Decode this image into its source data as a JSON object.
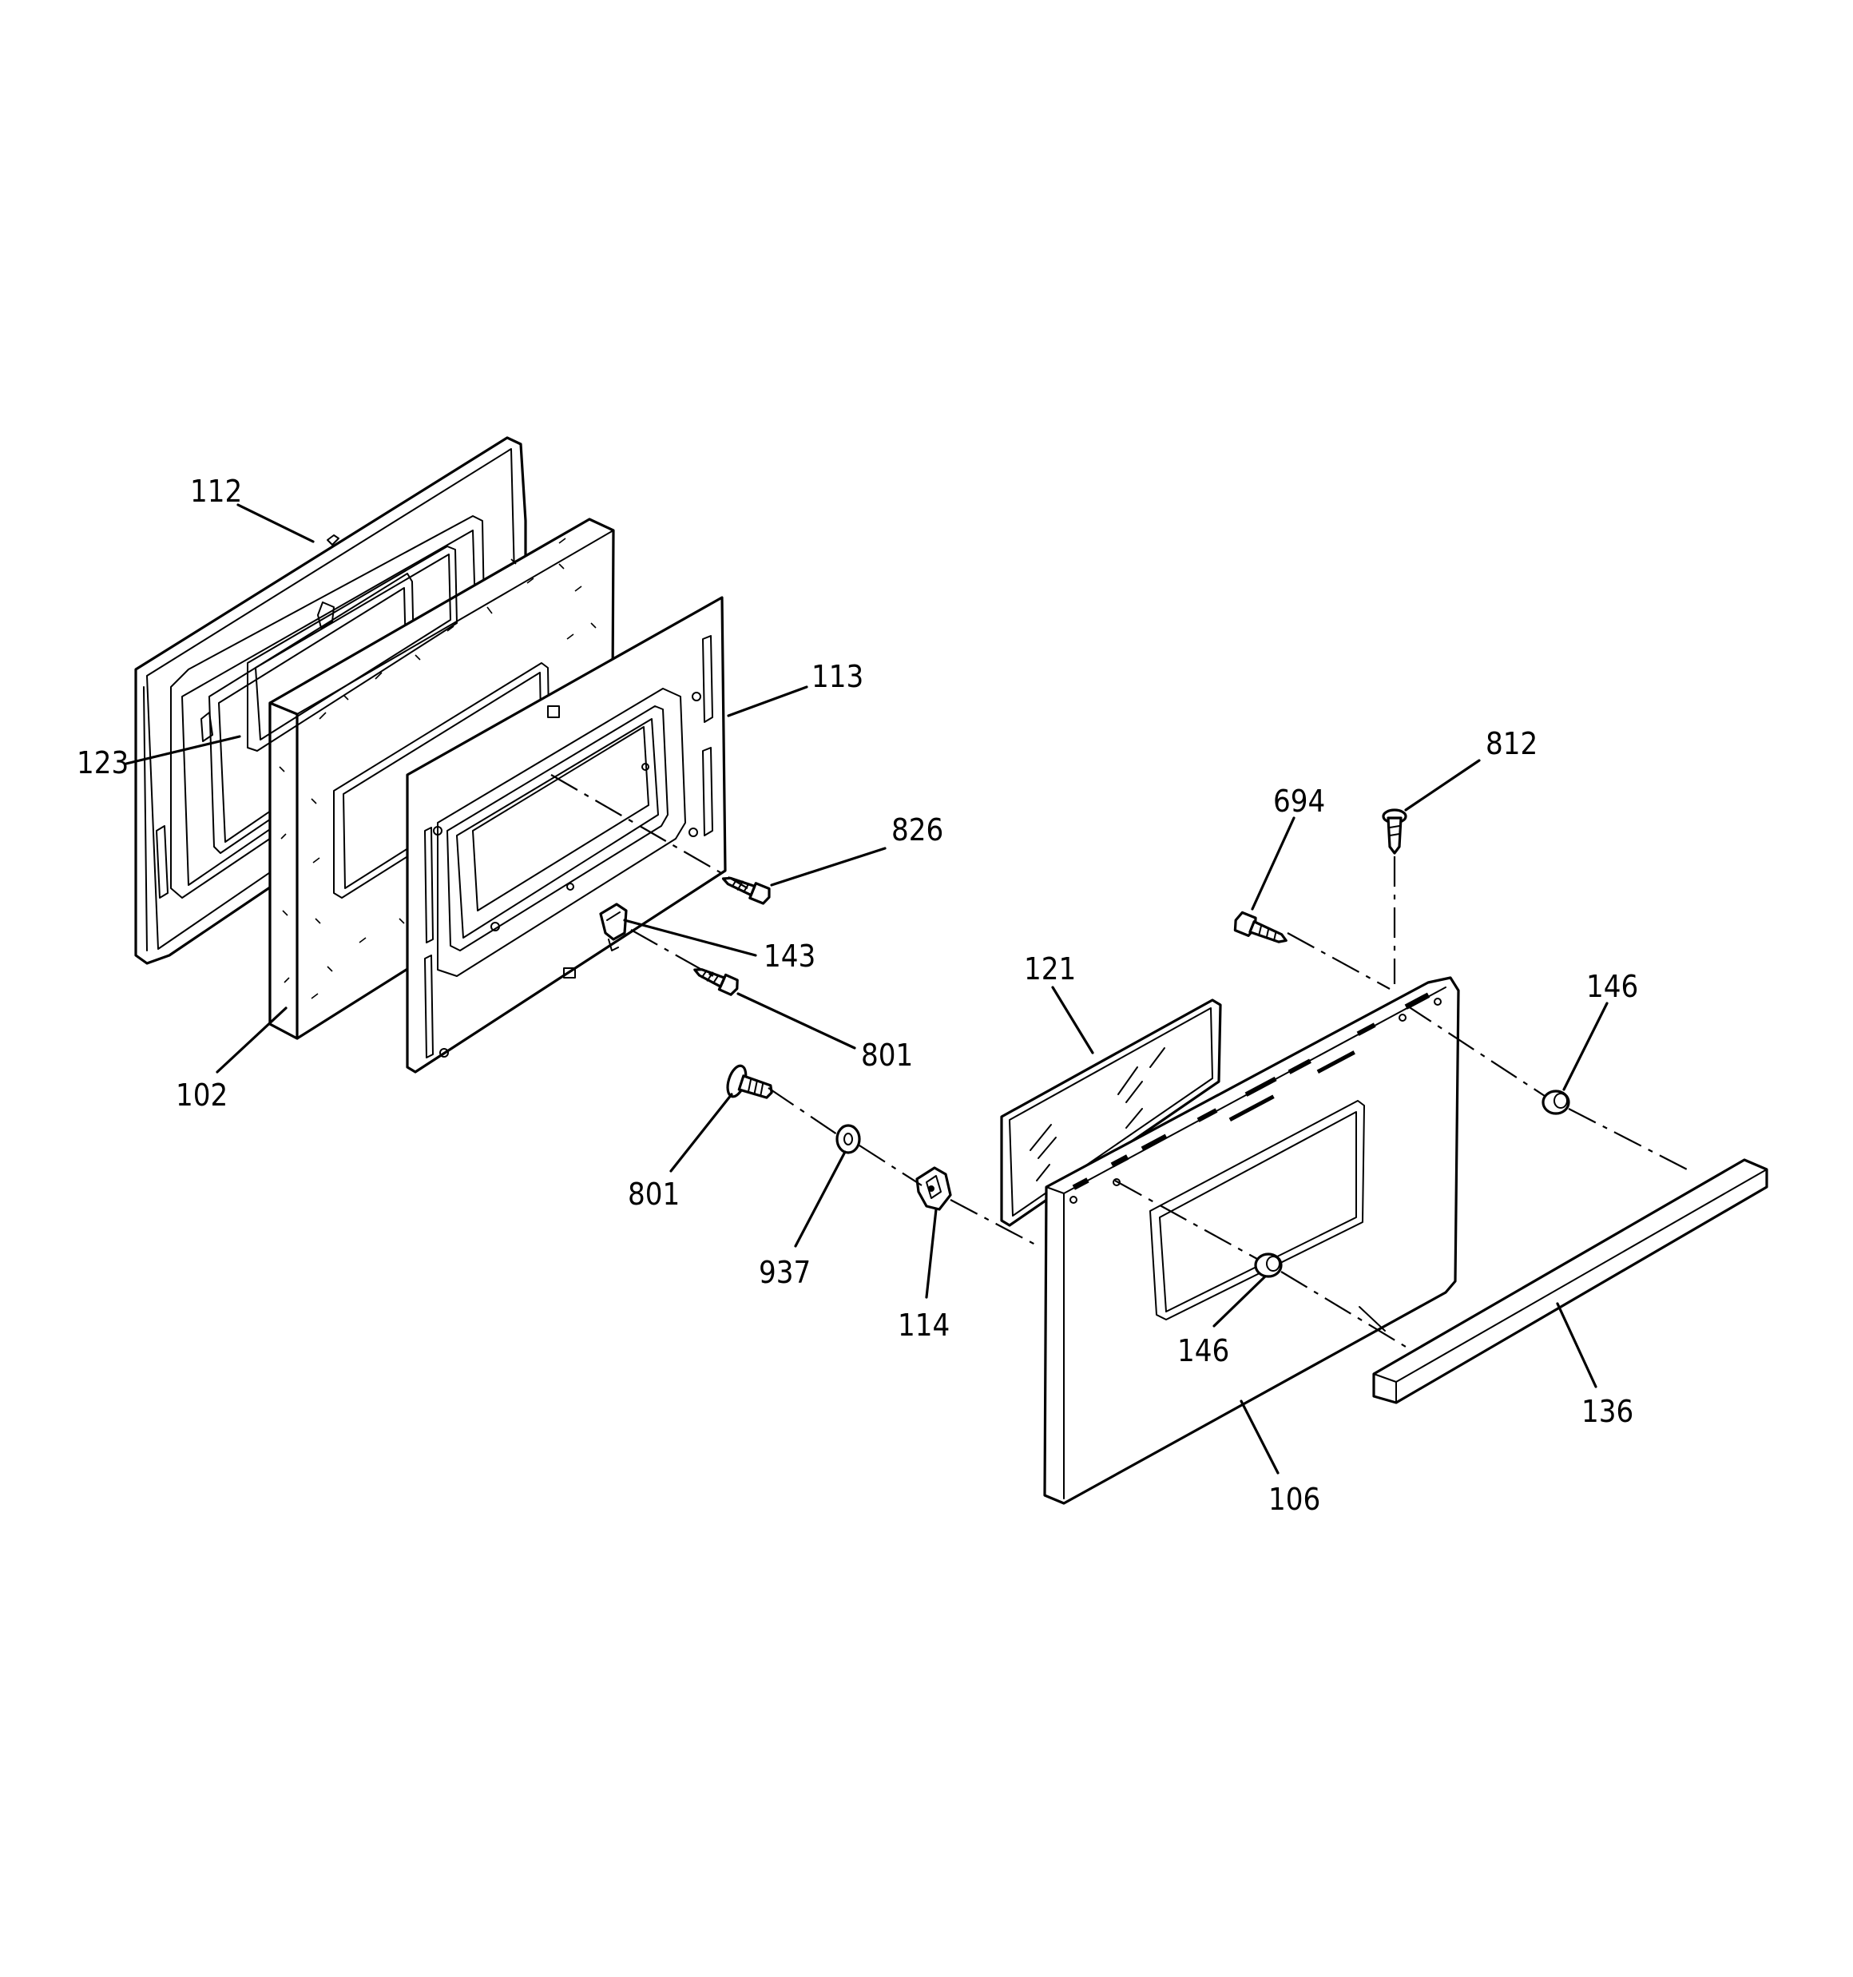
{
  "diagram": {
    "colors": {
      "ink": "#000000",
      "paper": "#ffffff"
    },
    "labels": {
      "p112": "112",
      "p123": "123",
      "p113": "113",
      "p826": "826",
      "p143": "143",
      "p801a": "801",
      "p102": "102",
      "p801b": "801",
      "p937": "937",
      "p114": "114",
      "p121": "121",
      "p694": "694",
      "p812": "812",
      "p146a": "146",
      "p146b": "146",
      "p136": "136",
      "p106": "106"
    }
  }
}
